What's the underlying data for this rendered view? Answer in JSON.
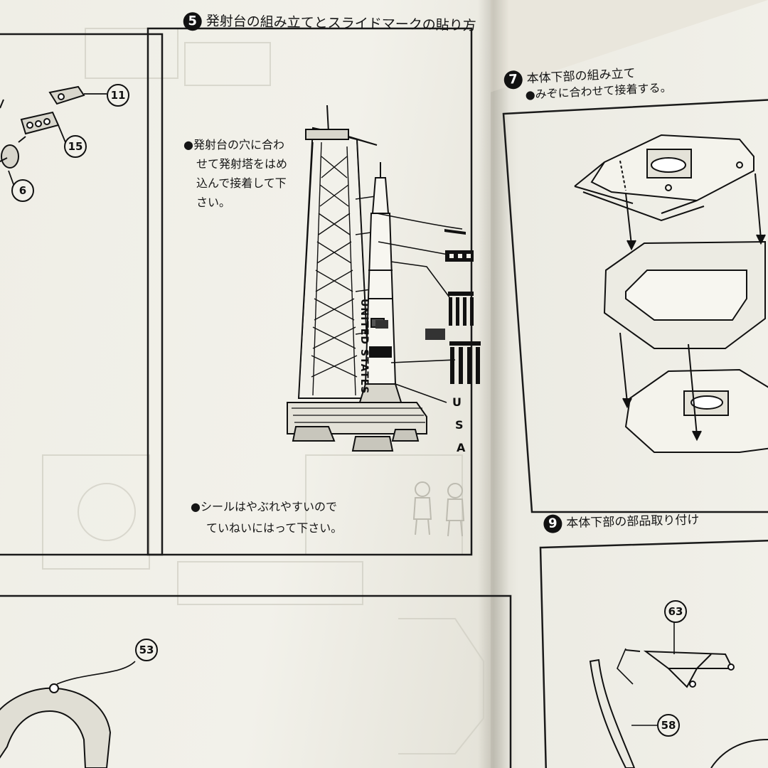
{
  "left_page": {
    "step5": {
      "number": "5",
      "title": "発射台の組み立てとスライドマークの貼り方",
      "note1_lines": [
        "●発射台の穴に合わ",
        "せて発射塔をはめ",
        "込んで接着して下",
        "さい。"
      ],
      "note2_lines": [
        "●シールはやぶれやすいので",
        "ていねいにはって下さい。"
      ],
      "decal_text_vertical": "UNITED STATES",
      "decal_text_usa": [
        "U",
        "S",
        "A"
      ]
    },
    "part_callouts": [
      "11",
      "15",
      "6",
      "53"
    ]
  },
  "right_page": {
    "step7": {
      "number": "7",
      "title": "本体下部の組み立て",
      "note": "●みぞに合わせて接着する。"
    },
    "step9": {
      "number": "9",
      "title": "本体下部の部品取り付け"
    },
    "part_callouts": [
      "63",
      "58"
    ]
  }
}
